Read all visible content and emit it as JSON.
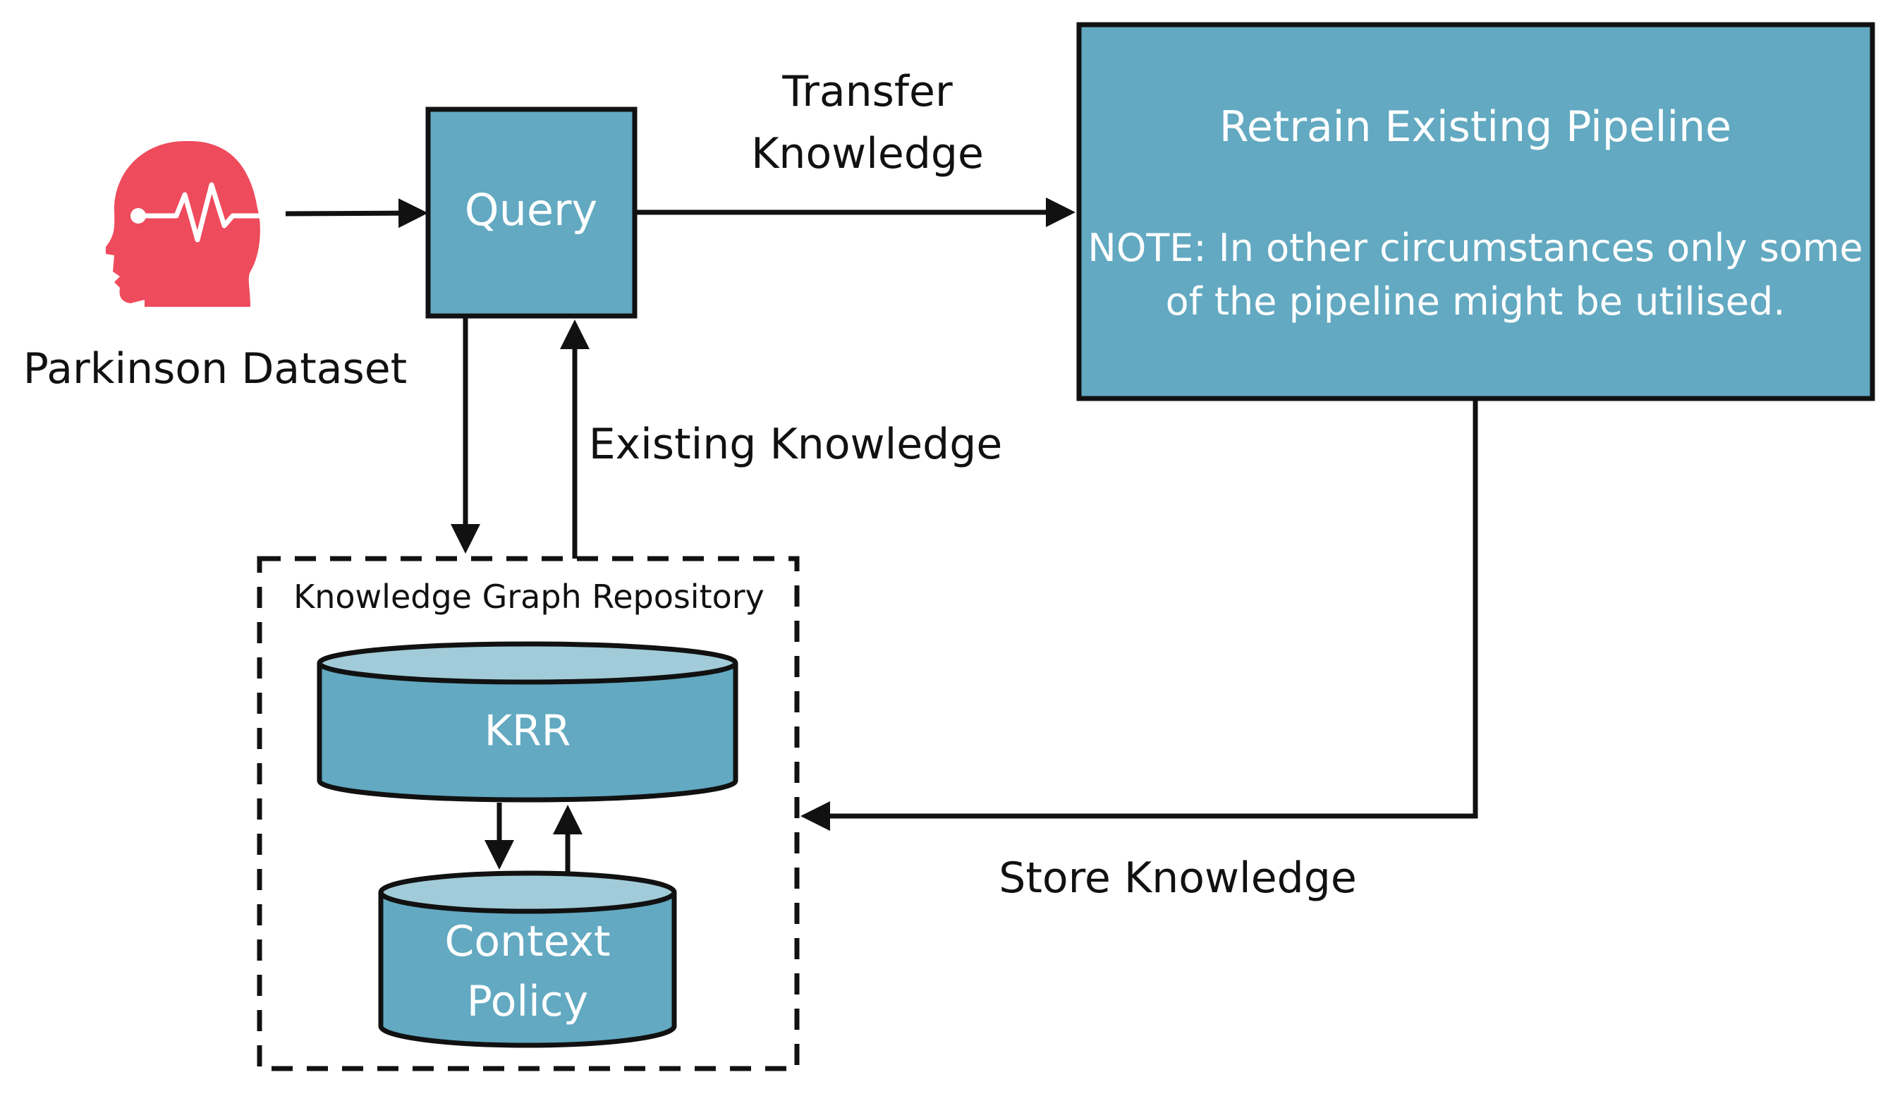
{
  "source": {
    "label": "Parkinson Dataset",
    "icon": "head-pulse-icon",
    "icon_color": "#ee4b5c"
  },
  "query": {
    "label": "Query"
  },
  "transfer": {
    "line1": "Transfer",
    "line2": "Knowledge"
  },
  "pipeline": {
    "title": "Retrain Existing Pipeline",
    "note_line1": "NOTE: In other circumstances only some",
    "note_line2": "of the pipeline might be utilised."
  },
  "existing_knowledge": {
    "label": "Existing Knowledge"
  },
  "repository": {
    "title": "Knowledge Graph Repository",
    "krr": "KRR",
    "context_line1": "Context",
    "context_line2": "Policy"
  },
  "store": {
    "label": "Store Knowledge"
  },
  "colors": {
    "box_fill": "#62a9c1",
    "cylinder_top": "#a1cbd8",
    "stroke": "#111111",
    "box_text": "#ffffff"
  }
}
